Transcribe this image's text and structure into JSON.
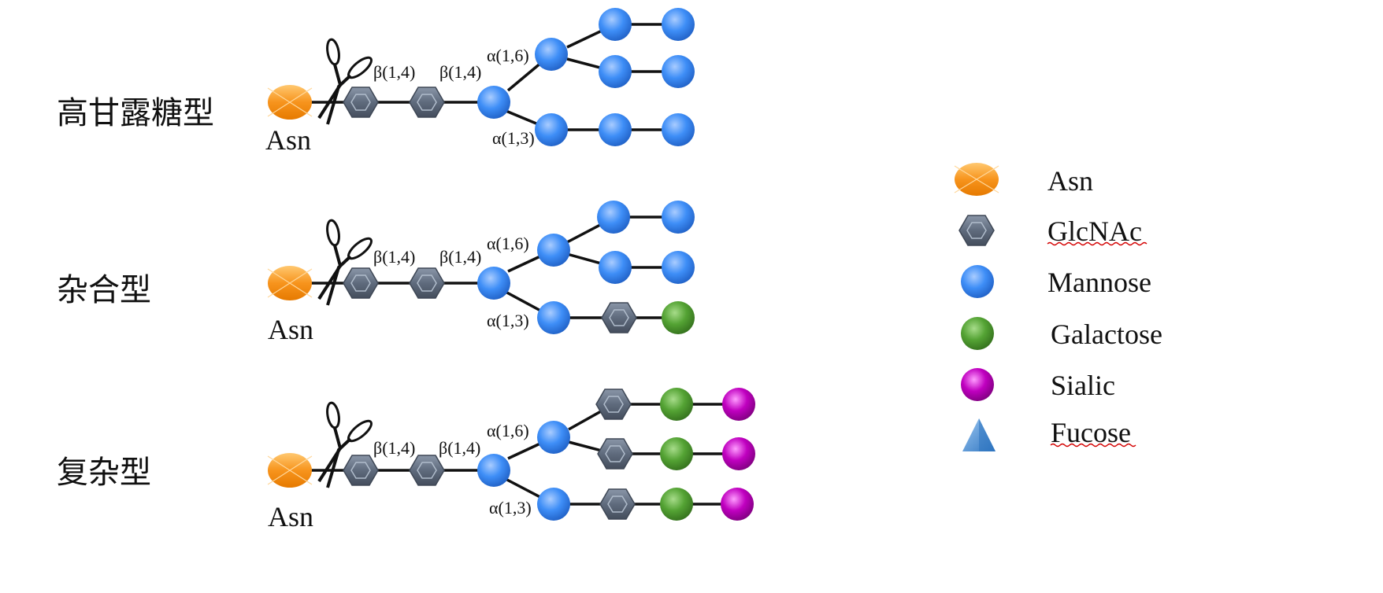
{
  "colors": {
    "asn": "#f7941d",
    "glcnac": "#5f6b7d",
    "mannose": "#3e8ef7",
    "galactose": "#54a334",
    "sialic": "#c000c0",
    "fucose": "#4a90d9",
    "bond": "#111111"
  },
  "glycans": [
    {
      "type_label": "高甘露糖型",
      "asn_label": "Asn",
      "links": [
        "β(1,4)",
        "β(1,4)",
        "α(1,6)",
        "α(1,3)"
      ],
      "upper_branches": [
        [
          "mannose",
          "mannose"
        ],
        [
          "mannose",
          "mannose"
        ]
      ],
      "lower_branch": [
        "mannose",
        "mannose",
        "mannose"
      ],
      "icons": [
        "scissors-icon"
      ]
    },
    {
      "type_label": "杂合型",
      "asn_label": "Asn",
      "links": [
        "β(1,4)",
        "β(1,4)",
        "α(1,6)",
        "α(1,3)"
      ],
      "upper_branches": [
        [
          "mannose",
          "mannose"
        ],
        [
          "mannose",
          "mannose"
        ]
      ],
      "lower_branch": [
        "mannose",
        "glcnac",
        "galactose"
      ],
      "icons": [
        "scissors-icon"
      ]
    },
    {
      "type_label": "复杂型",
      "asn_label": "Asn",
      "links": [
        "β(1,4)",
        "β(1,4)",
        "α(1,6)",
        "α(1,3)"
      ],
      "upper_branches": [
        [
          "glcnac",
          "galactose",
          "sialic"
        ],
        [
          "glcnac",
          "galactose",
          "sialic"
        ]
      ],
      "lower_branch": [
        "mannose",
        "glcnac",
        "galactose",
        "sialic"
      ],
      "icons": [
        "scissors-icon"
      ]
    }
  ],
  "legend": [
    {
      "symbol": "asn",
      "label": "Asn"
    },
    {
      "symbol": "glcnac",
      "label": "GlcNAc"
    },
    {
      "symbol": "mannose",
      "label": "Mannose"
    },
    {
      "symbol": "galactose",
      "label": "Galactose"
    },
    {
      "symbol": "sialic",
      "label": "Sialic"
    },
    {
      "symbol": "fucose",
      "label": "Fucose"
    }
  ]
}
